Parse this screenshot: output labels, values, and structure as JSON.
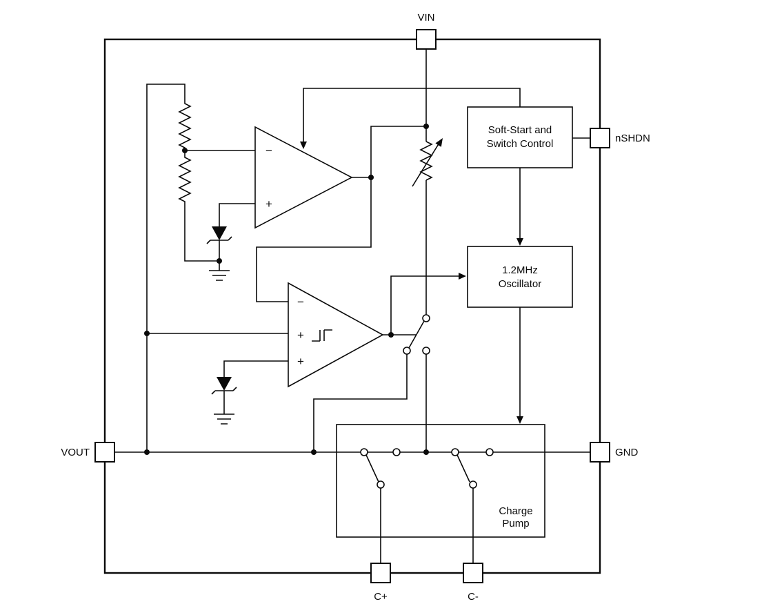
{
  "diagram": {
    "background": "#ffffff",
    "line_color": "#0a0a0a",
    "pins": {
      "vin": {
        "label": "VIN"
      },
      "nshdn": {
        "label": "nSHDN"
      },
      "gnd": {
        "label": "GND"
      },
      "vout": {
        "label": "VOUT"
      },
      "c_plus": {
        "label": "C+"
      },
      "c_minus": {
        "label": "C-"
      }
    },
    "blocks": {
      "soft_start": {
        "label_line1": "Soft-Start and",
        "label_line2": "Switch Control"
      },
      "oscillator": {
        "label_line1": "1.2MHz",
        "label_line2": "Oscillator"
      },
      "charge_pump": {
        "label_line1": "Charge",
        "label_line2": "Pump"
      }
    },
    "error_amp": {
      "input_minus": "−",
      "input_plus": "+"
    },
    "comparator": {
      "input_minus": "−",
      "input_plus_1": "+",
      "input_plus_2": "+"
    }
  }
}
